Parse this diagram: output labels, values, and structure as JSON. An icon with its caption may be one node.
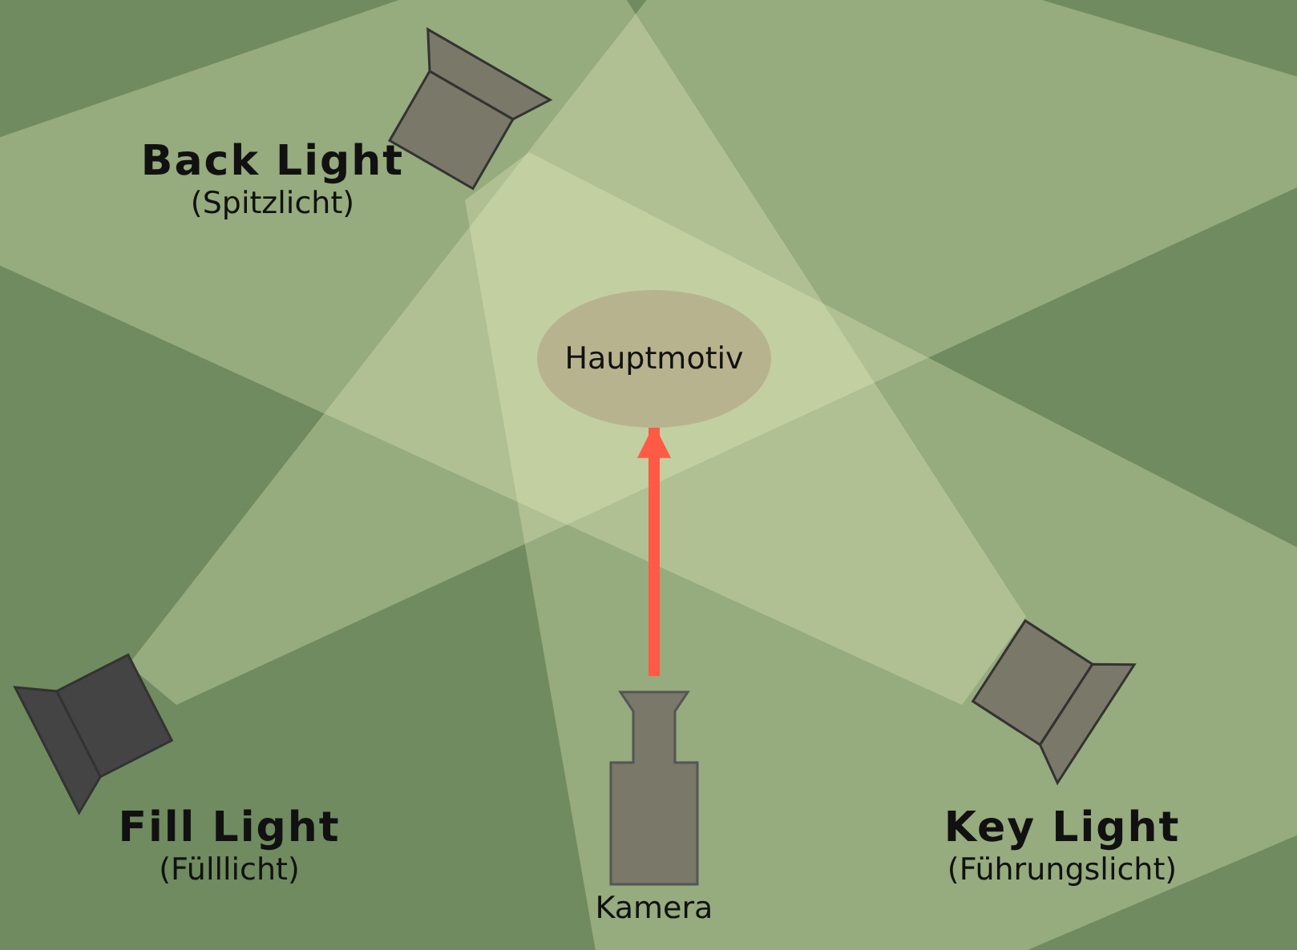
{
  "diagram": {
    "nodes": [
      {
        "text": [
          "Back Light",
          "(Spitzlicht)"
        ]
      },
      {
        "text": [
          "Hauptmotiv"
        ]
      },
      {
        "text": [
          "Fill Light",
          "(Fülllicht)"
        ]
      },
      {
        "text": [
          "Key Light",
          "(Führungslicht)"
        ]
      },
      {
        "text": [
          "Kamera"
        ]
      }
    ],
    "edges": [
      {
        "from": 4,
        "to": 1,
        "arrow": "to",
        "color": "#ff5a46"
      }
    ]
  }
}
